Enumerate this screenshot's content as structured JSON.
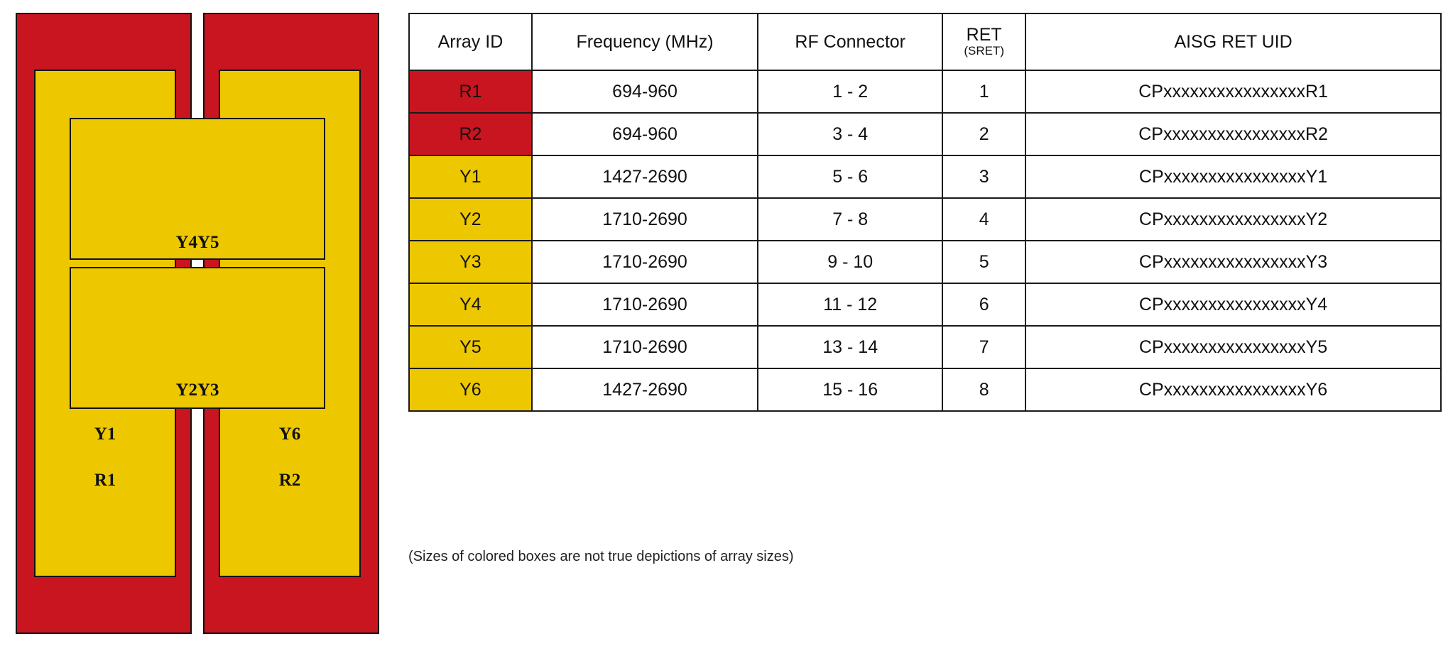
{
  "colors": {
    "red": "#C8151F",
    "yellow": "#EDC800",
    "line": "#111111"
  },
  "diagram": {
    "name": "antenna-array-layout",
    "labels": {
      "y4y5": "Y4Y5",
      "y2y3": "Y2Y3",
      "y1": "Y1",
      "y6": "Y6",
      "r1": "R1",
      "r2": "R2"
    }
  },
  "table": {
    "headers": {
      "array_id": "Array ID",
      "frequency": "Frequency (MHz)",
      "rf_connector": "RF Connector",
      "ret_main": "RET",
      "ret_sub": "(SRET)",
      "aisg_ret_uid": "AISG RET UID"
    },
    "rows": [
      {
        "array_id": "R1",
        "band": "red",
        "frequency": "694-960",
        "rf_connector": "1 - 2",
        "ret": "1",
        "uid": "CPxxxxxxxxxxxxxxxxR1"
      },
      {
        "array_id": "R2",
        "band": "red",
        "frequency": "694-960",
        "rf_connector": "3 - 4",
        "ret": "2",
        "uid": "CPxxxxxxxxxxxxxxxxR2"
      },
      {
        "array_id": "Y1",
        "band": "yellow",
        "frequency": "1427-2690",
        "rf_connector": "5 - 6",
        "ret": "3",
        "uid": "CPxxxxxxxxxxxxxxxxY1"
      },
      {
        "array_id": "Y2",
        "band": "yellow",
        "frequency": "1710-2690",
        "rf_connector": "7 - 8",
        "ret": "4",
        "uid": "CPxxxxxxxxxxxxxxxxY2"
      },
      {
        "array_id": "Y3",
        "band": "yellow",
        "frequency": "1710-2690",
        "rf_connector": "9 - 10",
        "ret": "5",
        "uid": "CPxxxxxxxxxxxxxxxxY3"
      },
      {
        "array_id": "Y4",
        "band": "yellow",
        "frequency": "1710-2690",
        "rf_connector": "11 - 12",
        "ret": "6",
        "uid": "CPxxxxxxxxxxxxxxxxY4"
      },
      {
        "array_id": "Y5",
        "band": "yellow",
        "frequency": "1710-2690",
        "rf_connector": "13 - 14",
        "ret": "7",
        "uid": "CPxxxxxxxxxxxxxxxxY5"
      },
      {
        "array_id": "Y6",
        "band": "yellow",
        "frequency": "1427-2690",
        "rf_connector": "15 - 16",
        "ret": "8",
        "uid": "CPxxxxxxxxxxxxxxxxY6"
      }
    ],
    "footnote": "(Sizes of colored boxes are not true depictions of array sizes)"
  }
}
